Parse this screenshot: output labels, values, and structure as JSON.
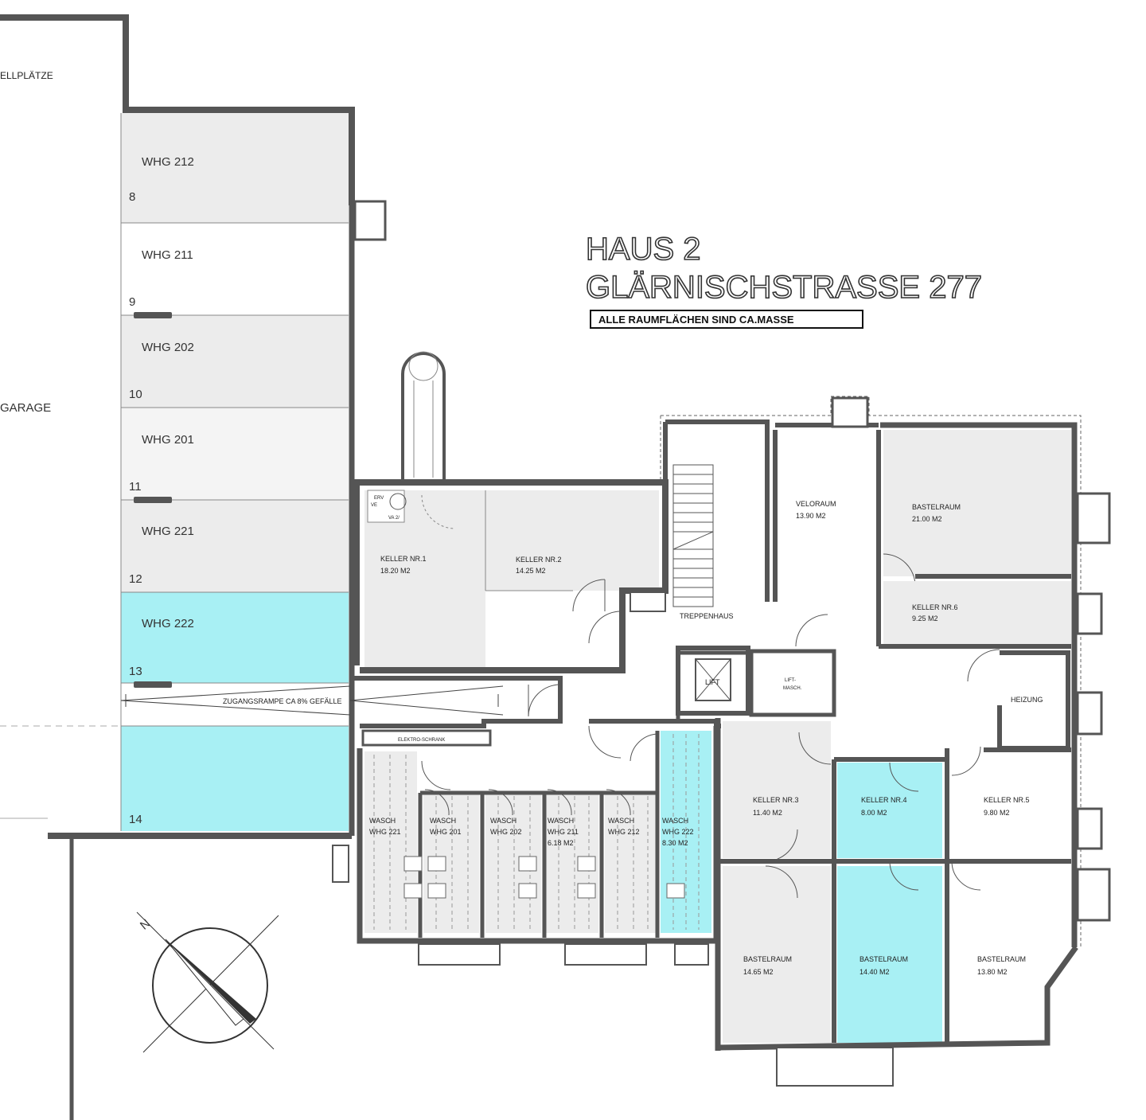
{
  "title": {
    "house": "HAUS 2",
    "street": "GLÄRNISCHSTRASSE 277",
    "note": "ALLE RAUMFLÄCHEN SIND CA.MASSE"
  },
  "garage": {
    "label": "GARAGE",
    "parking_label": "ELLPLÄTZE",
    "spaces": [
      {
        "label": "WHG 212",
        "number": "8"
      },
      {
        "label": "WHG 211",
        "number": "9"
      },
      {
        "label": "WHG 202",
        "number": "10"
      },
      {
        "label": "WHG 201",
        "number": "11"
      },
      {
        "label": "WHG 221",
        "number": "12"
      },
      {
        "label": "WHG 222",
        "number": "13"
      },
      {
        "label": "",
        "number": "14"
      }
    ],
    "ramp": "ZUGANGSRAMPE CA 8% GEFÄLLE"
  },
  "rooms": {
    "keller1": {
      "name": "KELLER NR.1",
      "area": "18.20 M2"
    },
    "keller2": {
      "name": "KELLER NR.2",
      "area": "14.25 M2"
    },
    "keller3": {
      "name": "KELLER NR.3",
      "area": "11.40 M2"
    },
    "keller4": {
      "name": "KELLER NR.4",
      "area": "8.00 M2"
    },
    "keller5": {
      "name": "KELLER NR.5",
      "area": "9.80 M2"
    },
    "keller6": {
      "name": "KELLER NR.6",
      "area": "9.25 M2"
    },
    "veloraum": {
      "name": "VELORAUM",
      "area": "13.90 M2"
    },
    "bastel_top": {
      "name": "BASTELRAUM",
      "area": "21.00 M2"
    },
    "bastel_left": {
      "name": "BASTELRAUM",
      "area": "14.65 M2"
    },
    "bastel_mid": {
      "name": "BASTELRAUM",
      "area": "14.40 M2"
    },
    "bastel_right": {
      "name": "BASTELRAUM",
      "area": "13.80 M2"
    },
    "treppenhaus": "TREPPENHAUS",
    "heizung": "HEIZUNG",
    "lift": "LIFT",
    "liftmasch1": "LIFT-",
    "liftmasch2": "MASCH.",
    "elektro": "ELEKTRO-SCHRANK",
    "small1": "ERV",
    "small2": "VE",
    "small3": "VA 2/",
    "wasch": [
      {
        "line1": "WASCH",
        "line2": "WHG 221",
        "line3": ""
      },
      {
        "line1": "WASCH",
        "line2": "WHG 201",
        "line3": ""
      },
      {
        "line1": "WASCH",
        "line2": "WHG 202",
        "line3": ""
      },
      {
        "line1": "WASCH",
        "line2": "WHG 211",
        "line3": "6.18 M2"
      },
      {
        "line1": "WASCH",
        "line2": "WHG 212",
        "line3": ""
      },
      {
        "line1": "WASCH",
        "line2": "WHG 222",
        "line3": "8.30 M2"
      }
    ]
  },
  "colors": {
    "highlight": "#a8f0f4",
    "room_gray": "#ececec",
    "wall": "#555555"
  },
  "compass_label": "N"
}
